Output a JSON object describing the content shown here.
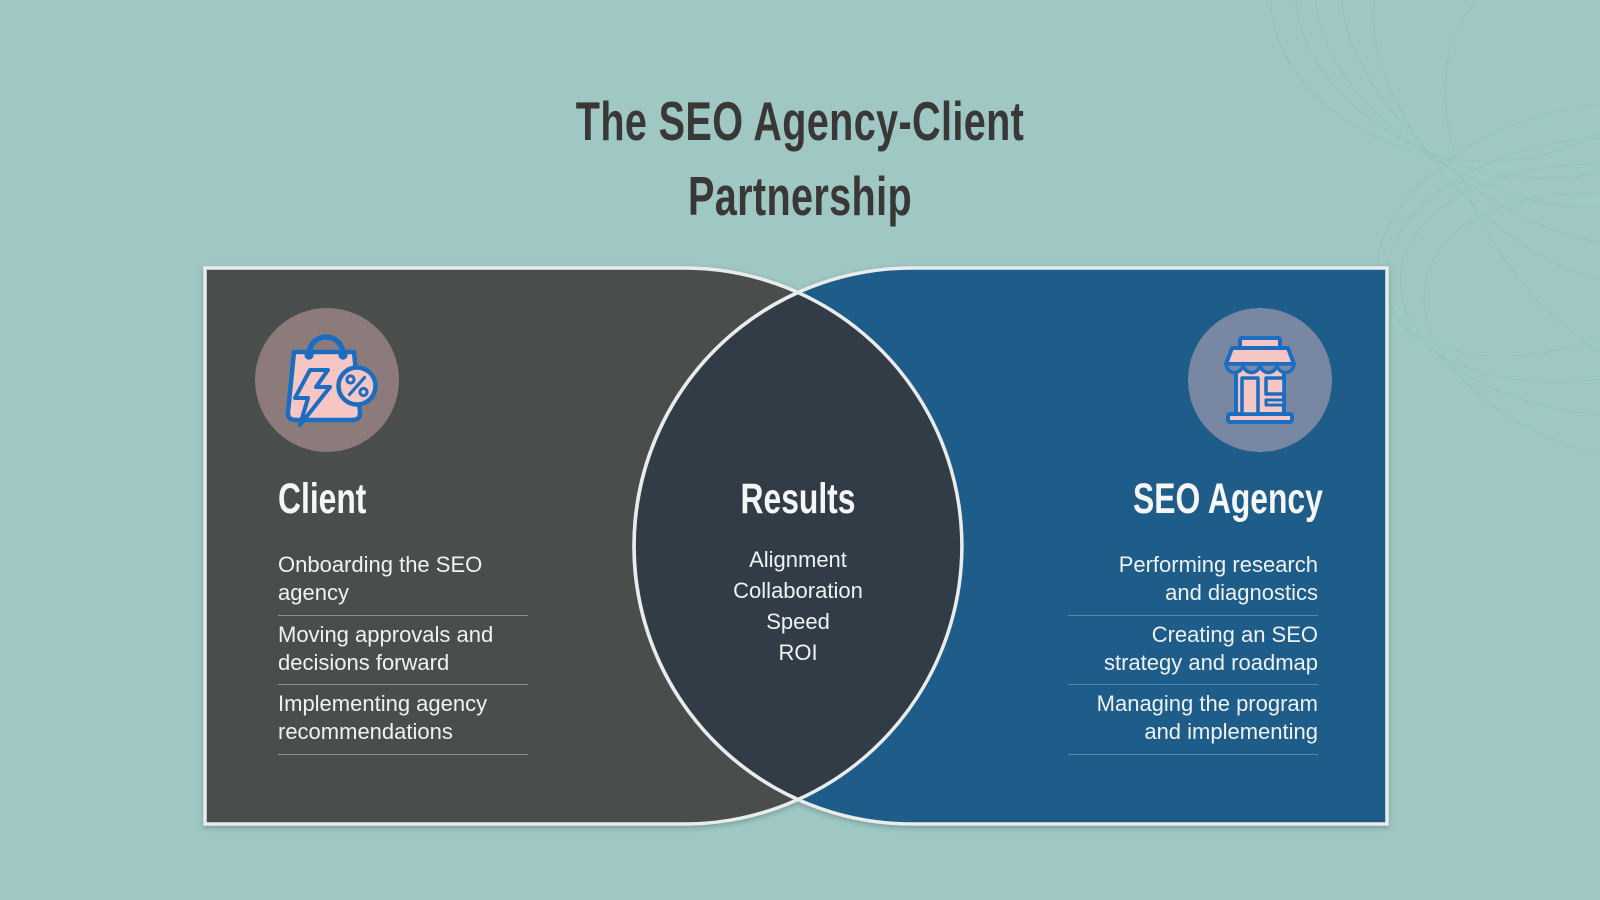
{
  "page": {
    "background_color": "#9fc8c5",
    "swirl_color": "#79bd9a"
  },
  "title": {
    "text": "The SEO Agency-Client\nPartnership",
    "color": "#3a3836"
  },
  "diagram": {
    "border_color": "#e9eceb",
    "icon_colors": {
      "fill": "#f6c6c5",
      "stroke": "#1b6dc2"
    },
    "left": {
      "heading": "Client",
      "items": [
        "Onboarding the SEO\nagency",
        "Moving approvals and\ndecisions forward",
        "Implementing agency\nrecommendations"
      ],
      "panel_color": "#494d4c",
      "icon_circle_color": "#8d7b7b",
      "icon": "discount-shopping-bag-icon"
    },
    "center": {
      "heading": "Results",
      "items": [
        "Alignment",
        "Collaboration",
        "Speed",
        "ROI"
      ],
      "fill_color": "#323c47"
    },
    "right": {
      "heading": "SEO Agency",
      "items": [
        "Performing research\nand diagnostics",
        "Creating an SEO\nstrategy and roadmap",
        "Managing the program\nand implementing"
      ],
      "panel_color": "#1e5c8a",
      "icon_circle_color": "#7988a2",
      "icon": "storefront-icon"
    }
  }
}
